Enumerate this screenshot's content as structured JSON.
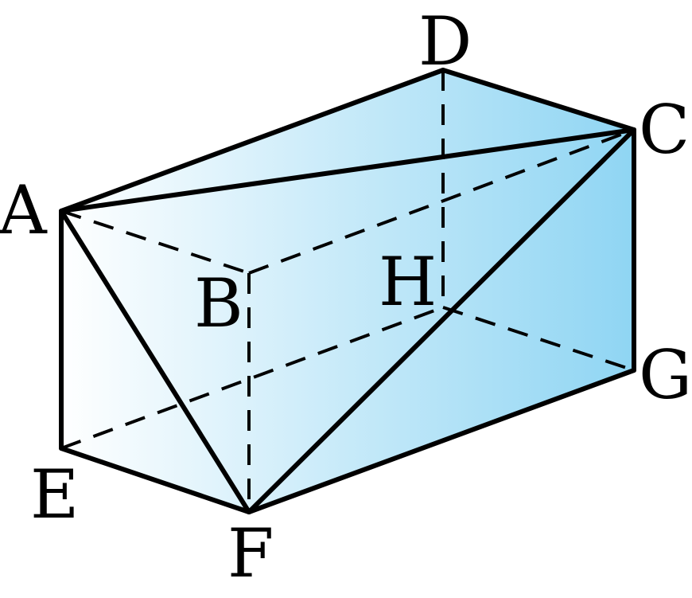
{
  "figure": {
    "colors": {
      "fill_light": "#ffffff",
      "fill_dark": "#8fd5f3",
      "edge": "#000000"
    },
    "vertices": {
      "A": "A",
      "B": "B",
      "C": "C",
      "D": "D",
      "E": "E",
      "F": "F",
      "G": "G",
      "H": "H"
    }
  }
}
